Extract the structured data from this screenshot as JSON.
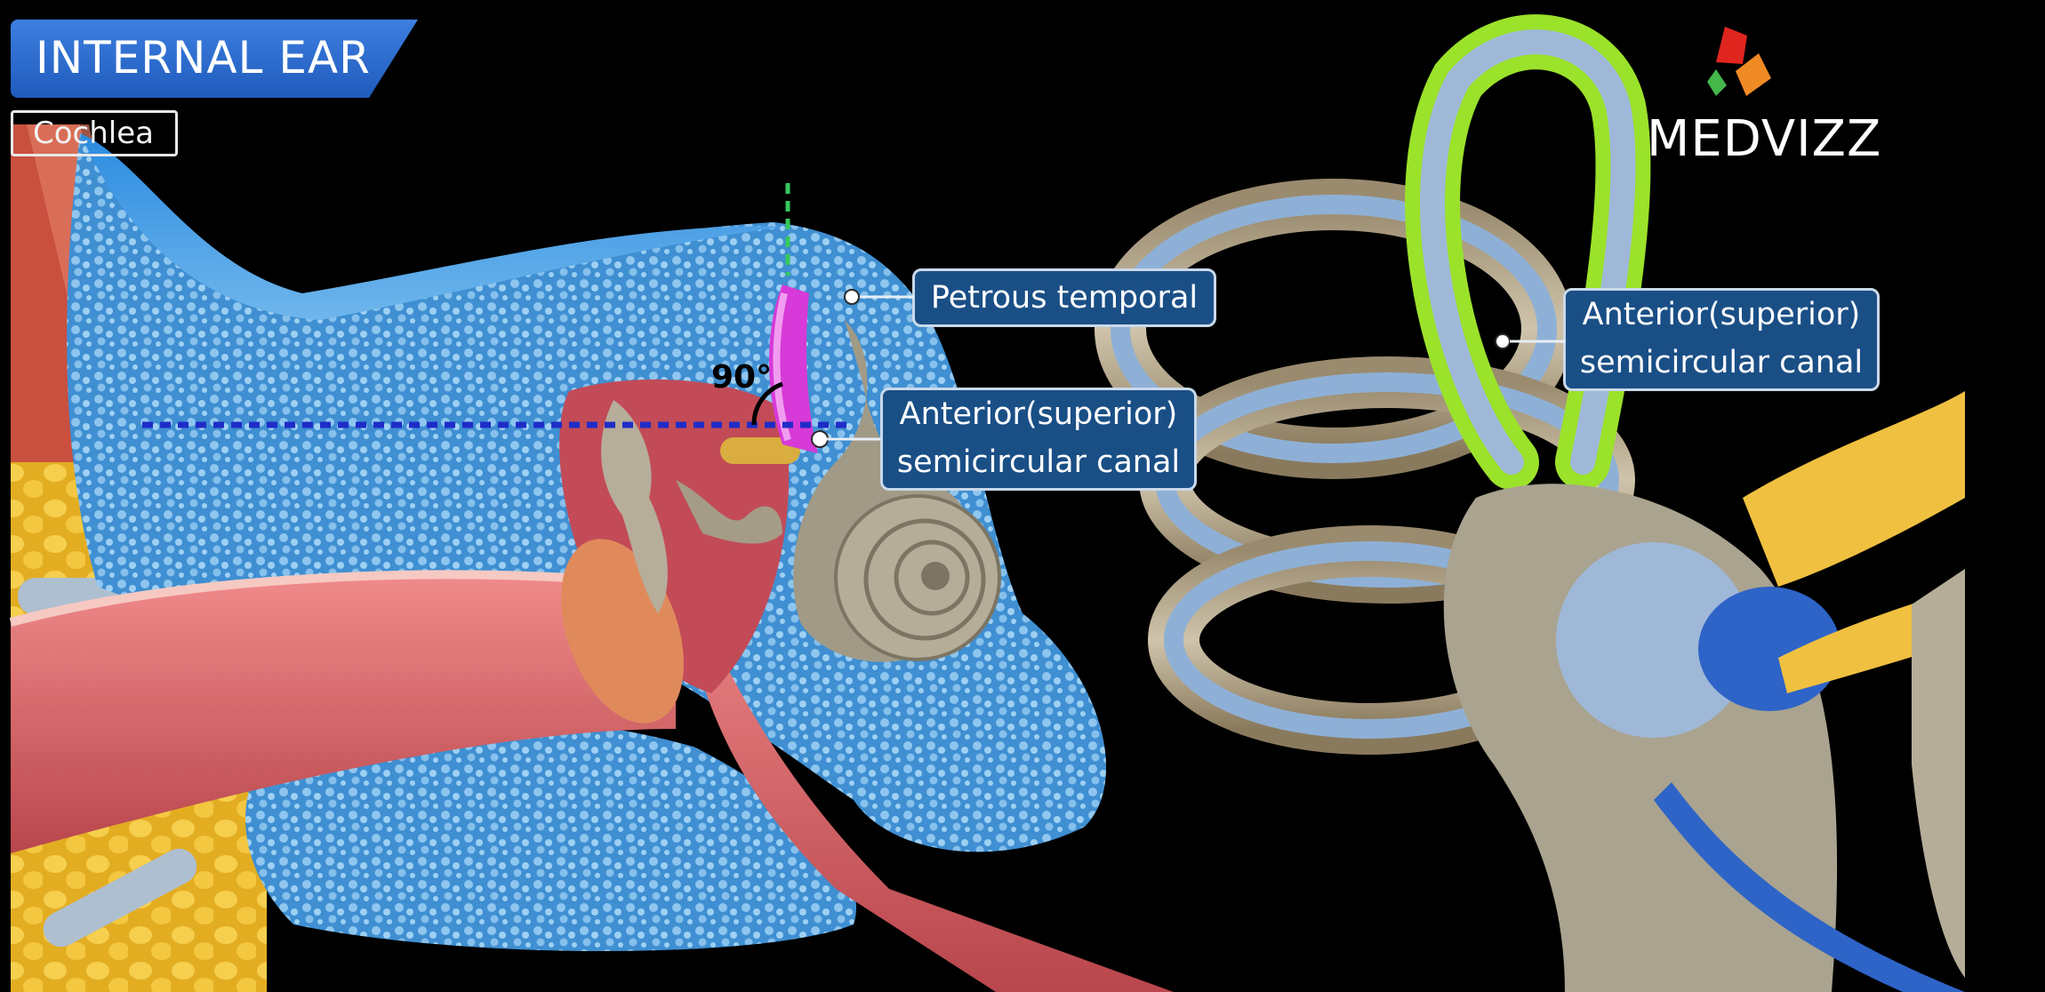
{
  "topic": {
    "title": "INTERNAL EAR",
    "subtopic": "Cochlea"
  },
  "labels": {
    "petrous": "Petrous temporal",
    "canal_left": [
      "Anterior(superior)",
      "semicircular canal"
    ],
    "canal_right": [
      "Anterior(superior)",
      "semicircular canal"
    ],
    "angle": "90°"
  },
  "brand": {
    "name": "MEDVIZZ",
    "icon": "medvizz-logo-icon"
  },
  "colors": {
    "background": "#000000",
    "bone": "#4a9bd8",
    "canal_highlight_left": "#d63ad8",
    "canal_highlight_right": "#9be22b",
    "label_fill": "#1a4f86",
    "banner": "#2a68cf"
  }
}
